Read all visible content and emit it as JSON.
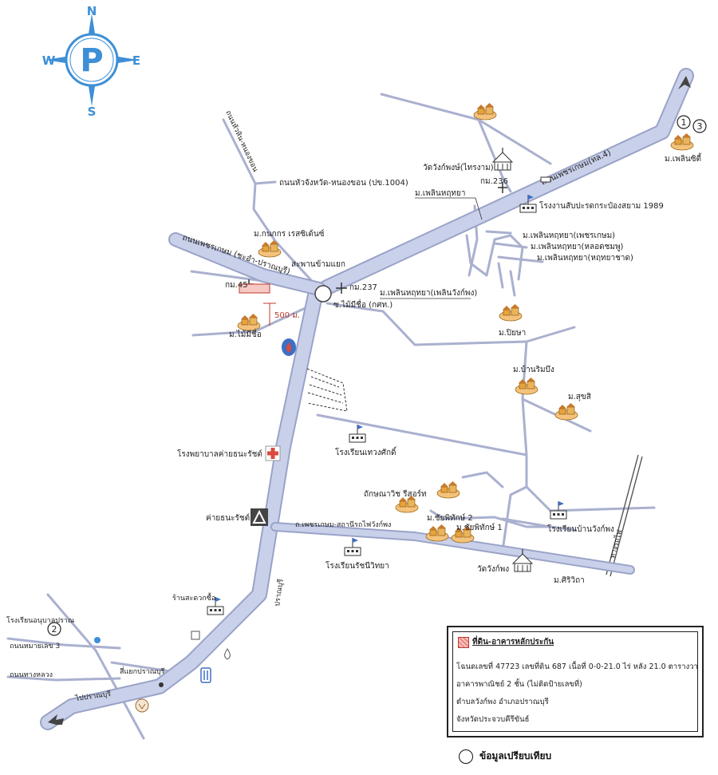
{
  "compass": {
    "n": "N",
    "s": "S",
    "e": "E",
    "w": "W",
    "logo_letter": "P"
  },
  "roads": {
    "phetkasem": "ถนนเพชรเกษม(ทล.4)",
    "phetkasem_cha_am": "ถนนเพชรเกษม (ชะอำ-ปราณบุรี)",
    "huai_phai": "ถนนหัวหิน-หนองขอน",
    "sam_phan": "ถนนหัวจังหวัด-หนองขอน (ปข.1004)",
    "pranburi_road": "ถ.เพชรเกษม-สถานีรถไฟวังก์พง",
    "rail": "ทางรถไฟ",
    "pran_south": "ปราณบุรี",
    "to_pran": "ไปปราณบุรี"
  },
  "labels": {
    "km236": "กม.236",
    "km237": "กม.237",
    "km45": "กม.45",
    "wat_top": "วัดวังก์พงษ์(ไทรงาม)",
    "factory": "โรงงานสับปะรดกระป๋องสยาม 1989",
    "moo_phetsa_top": "ม.เพลินหฤทยา",
    "moo_phetsa_1": "ม.เพลินหฤทยา(เพชรเกษม)",
    "moo_phetsa_2": "ม.เพลินหฤทยา(หลอดชมพู)",
    "moo_phetsa_3": "ม.เพลินหฤทยา(หฤทยาชาด)",
    "moo_phetsa_4": "ม.เพลินหฤทยา(เพลินวังก์พง)",
    "moo_kankorn": "ม.กนกกร เรสซิเด้นซ์",
    "plin_city": "ม.เพลินซิตี้",
    "sakhon": "สะพานข้ามแยก",
    "soi_mai": "ซ.ไม้มีชื่อ (กศท.)",
    "moo_mai": "ม.ไม้มีชื่อ",
    "dist": "500 ม.",
    "moo_piyasa": "ม.ปิยษา",
    "moo_baan_ruen": "ม.บ้านริมบึง",
    "moo_suksa": "ม.สุขสิ",
    "school_1": "โรงเรียนเทวงศักดิ์",
    "hospital": "โรงพยาบาลค่ายธนะรัชต์",
    "camp": "ค่ายธนะรัชต์",
    "moo_thana": "ถักษณาวิช รีสอร์ท",
    "moo_chai_2": "ม.ชัยพิทักษ์ 2",
    "moo_chai_1": "ม.ชัยพิทักษ์ 1",
    "school_2": "โรงเรียนบ้านวังก์พง",
    "school_3": "โรงเรียนรัชนีวิทยา",
    "wat_bottom": "วัดวังก์พง",
    "moo_sirinart": "ม.ศิริวิถา",
    "lum_shop": "ร้านสะดวกซื้อ",
    "school_left": "โรงเรียนอนุบาลปราณ",
    "pranburi_town": "สี่แยกปราณบุรี",
    "road_bottom_left": "ถนนทางหลวง",
    "road_left_mid": "ถนนหมายเลข 3",
    "marker_1": "1",
    "marker_2": "2",
    "marker_3": "3"
  },
  "legend": {
    "title": "ที่ดิน-อาคารหลักประกัน",
    "line1": "โฉนดเลขที่ 47723  เลขที่ดิน 687  เนื้อที่ 0-0-21.0 ไร่ หลัง 21.0 ตารางวา",
    "line2": "อาคารพาณิชย์ 2 ชั้น (ไม่ติดป้ายเลขที่)",
    "line3": "ตำบลวังก์พง  อำเภอปราณบุรี",
    "line4": "จังหวัดประจวบคีรีขันธ์"
  },
  "note": {
    "text": "ข้อมูลเปรียบเทียบ"
  },
  "colors": {
    "road": "#c9d0ea",
    "road_edge": "#9aa3c7",
    "compass": "#3d8fd6",
    "house": "#e8a33c",
    "red": "#d94a3f"
  }
}
